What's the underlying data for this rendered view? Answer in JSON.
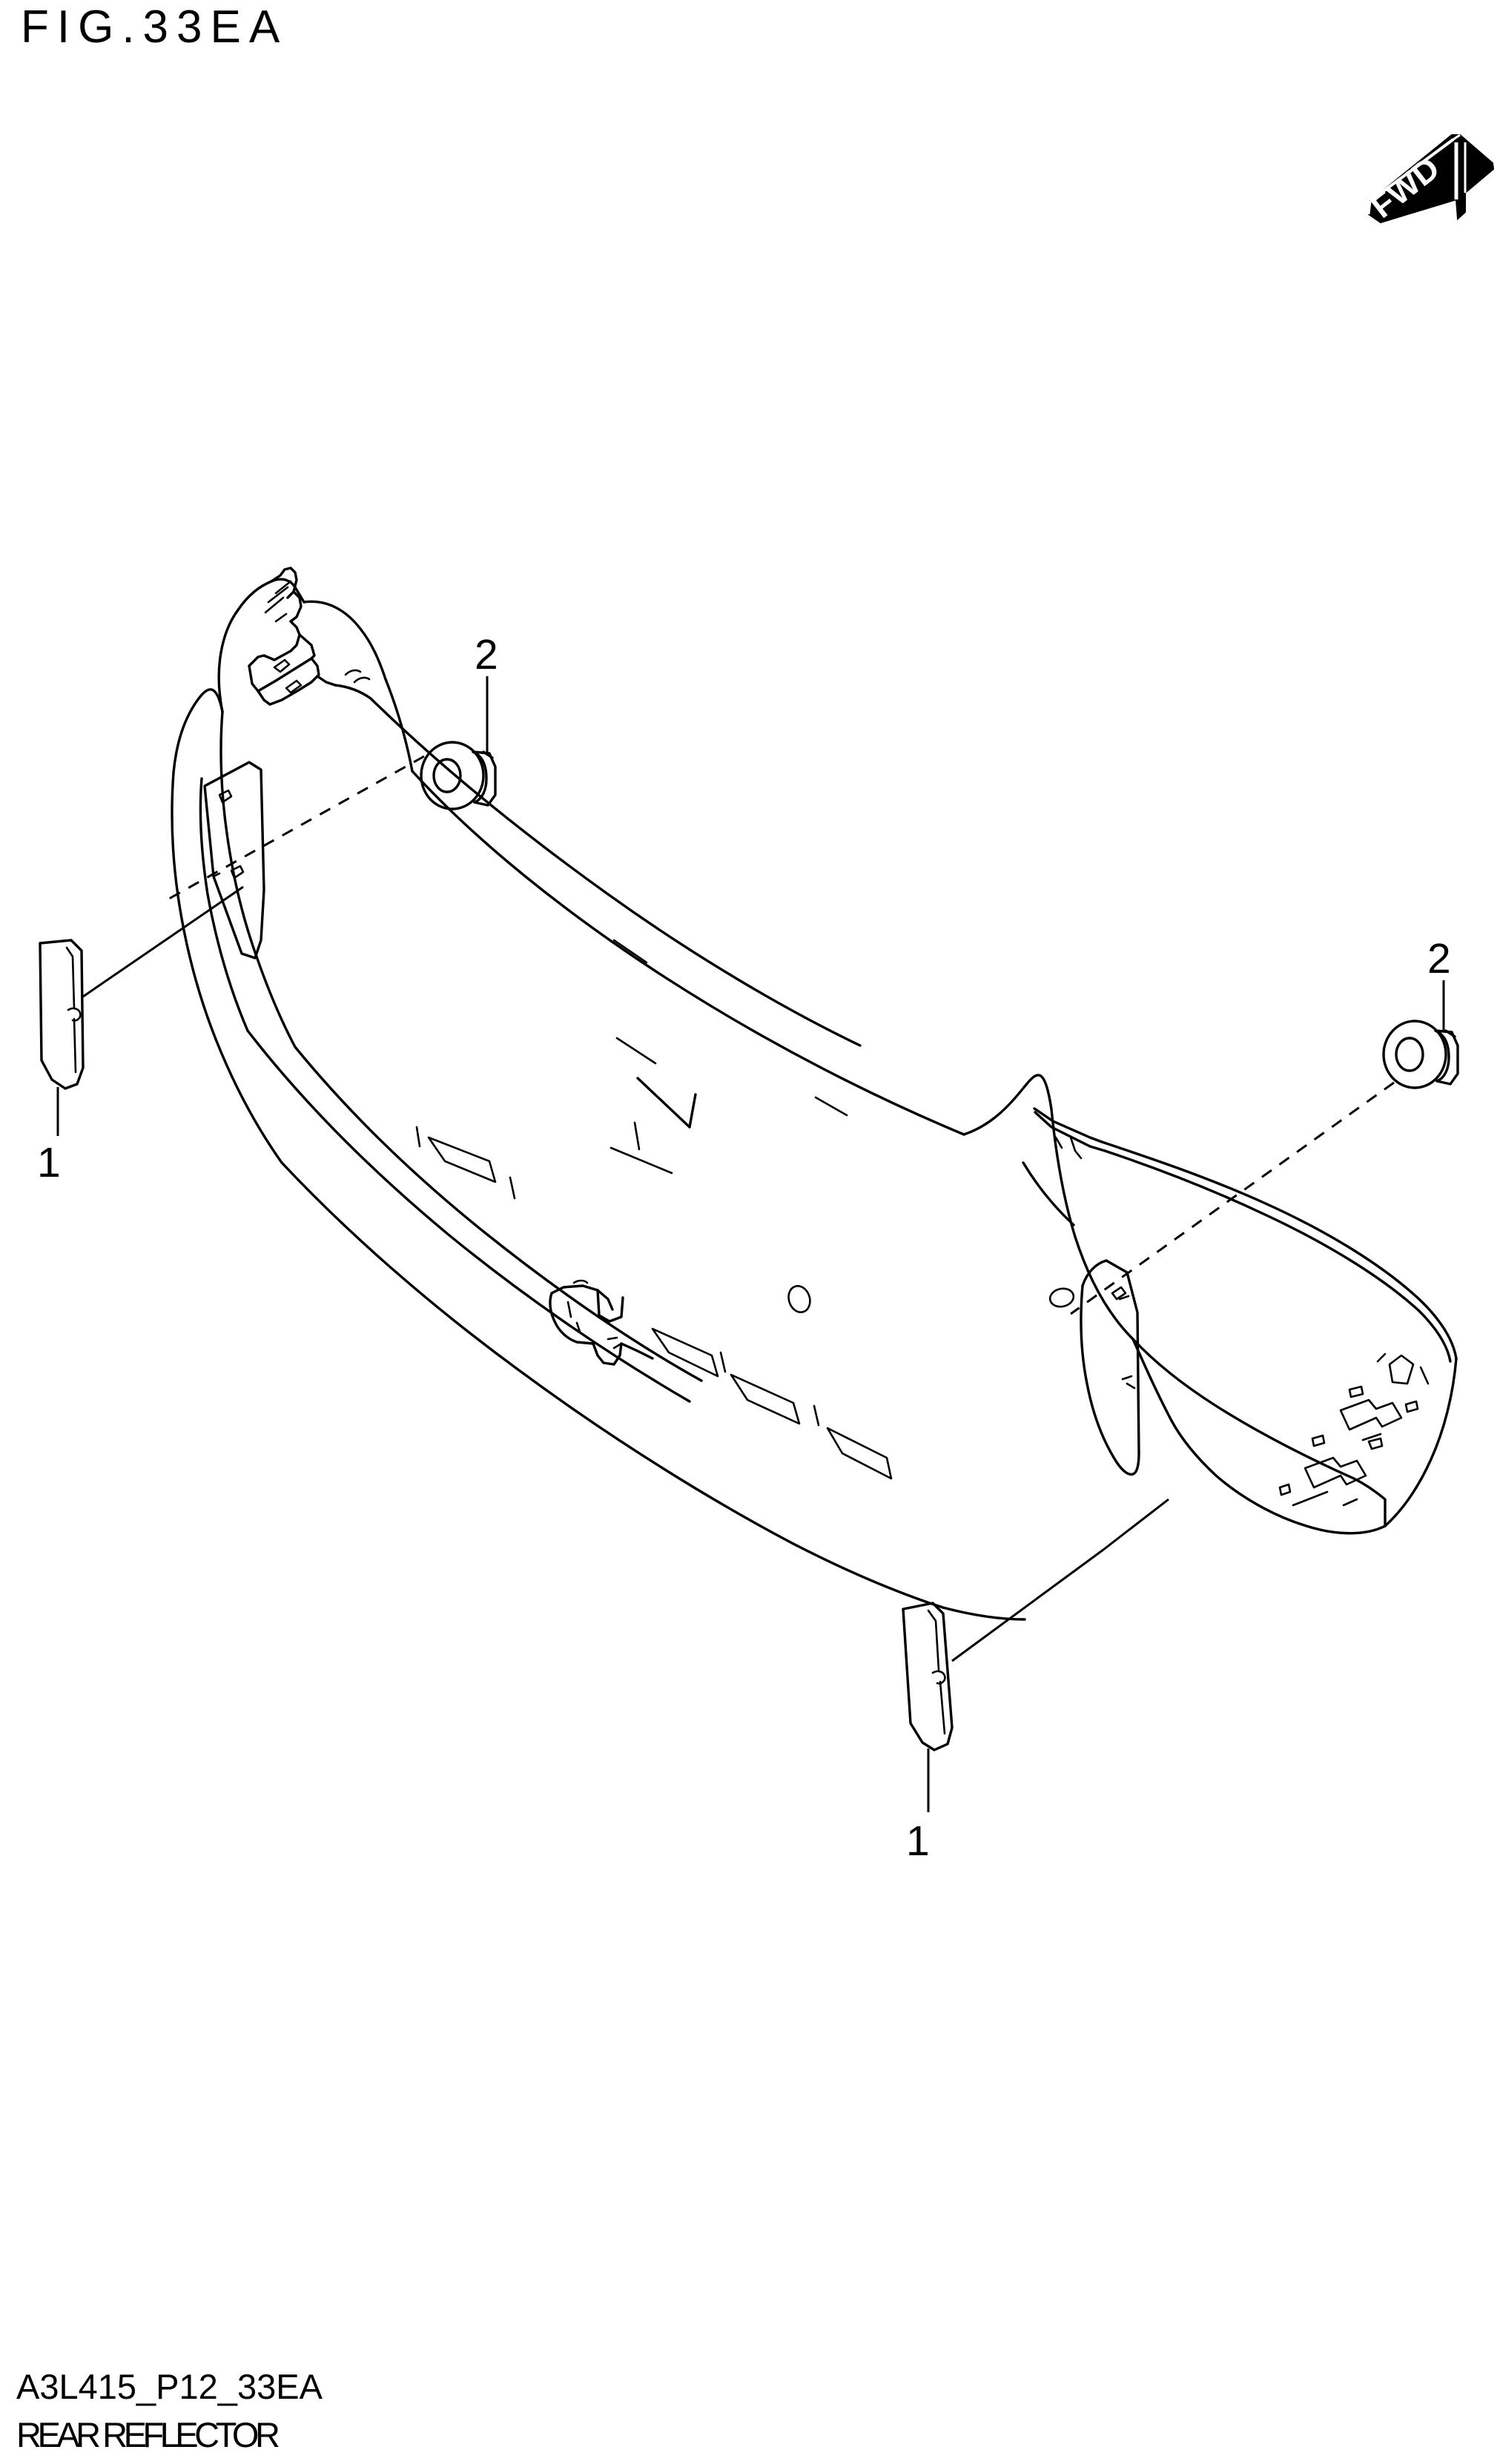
{
  "document": {
    "figure_title": "FIG.33EA",
    "footer_code": "A3L415_P12_33EA",
    "footer_name": "REAR REFLECTOR"
  },
  "orientation_marker": {
    "label": "FWD",
    "name": "forward-direction-arrow"
  },
  "callouts": [
    {
      "id": "callout-2-left",
      "number": "2",
      "part": "grommet",
      "position": "upper-left"
    },
    {
      "id": "callout-1-left",
      "number": "1",
      "part": "reflector",
      "position": "left"
    },
    {
      "id": "callout-2-right",
      "number": "2",
      "part": "grommet",
      "position": "upper-right"
    },
    {
      "id": "callout-1-bottom",
      "number": "1",
      "part": "reflector",
      "position": "bottom"
    }
  ],
  "parts": [
    {
      "ref": "1",
      "name": "rear-reflector",
      "quantity_shown": 2
    },
    {
      "ref": "2",
      "name": "reflector-grommet",
      "quantity_shown": 2
    }
  ],
  "illustration": {
    "name": "rear-bumper-assembly",
    "style": "line-art",
    "stroke_color": "#000000",
    "background_color": "#ffffff"
  }
}
